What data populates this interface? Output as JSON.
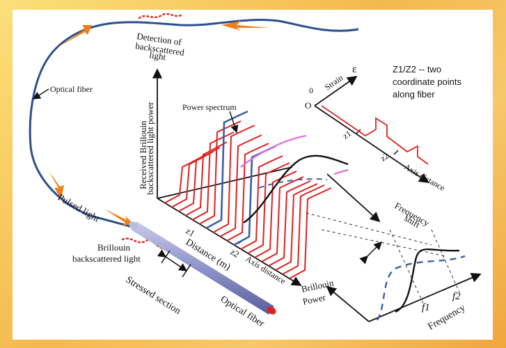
{
  "colors": {
    "fiber_line": "#2b4f8c",
    "light_arrow": "#f07f1a",
    "scatter_dots": "#e0302a",
    "spectrum_red": "#e02020",
    "spectrum_blue": "#3b5ea8",
    "spectrum_pink": "#e070e0",
    "fiber_tube": "#8e93c9",
    "fiber_tip": "#e02020"
  },
  "labels": {
    "detection": "Detection of",
    "backscattered": "backscattered",
    "light": "light",
    "optical_fiber_top": "Optical fiber",
    "power_spectrum": "Power spectrum",
    "received_1": "Received Brillouin",
    "received_2": "backscattered light power",
    "strain": "Strain",
    "strain_symbol": "ε",
    "zero": "0",
    "origin": "O",
    "z1z2_note_1": "Z1/Z2 -- two",
    "z1z2_note_2": "coordinate points",
    "z1z2_note_3": "along fiber",
    "z1_upper": "z1",
    "z2_upper": "z2",
    "axis_distance_upper": "Axis distance",
    "frequency_shift_1": "Frequency",
    "frequency_shift_2": "shift",
    "pulsed_light": "Pulsed light",
    "brillouin_1": "Brillouin",
    "brillouin_2": "backscattered light",
    "z1_lower": "z1",
    "z2_lower": "z2",
    "distance_m": "Distance (m)",
    "axis_distance_lower": "Axis distance",
    "stressed_section": "Stressed section",
    "optical_fiber_bottom": "Optical fiber",
    "brillouin_power_1": "Brillouin",
    "brillouin_power_2": "Power",
    "f1": "f1",
    "f2": "f2",
    "frequency": "Frequency"
  }
}
